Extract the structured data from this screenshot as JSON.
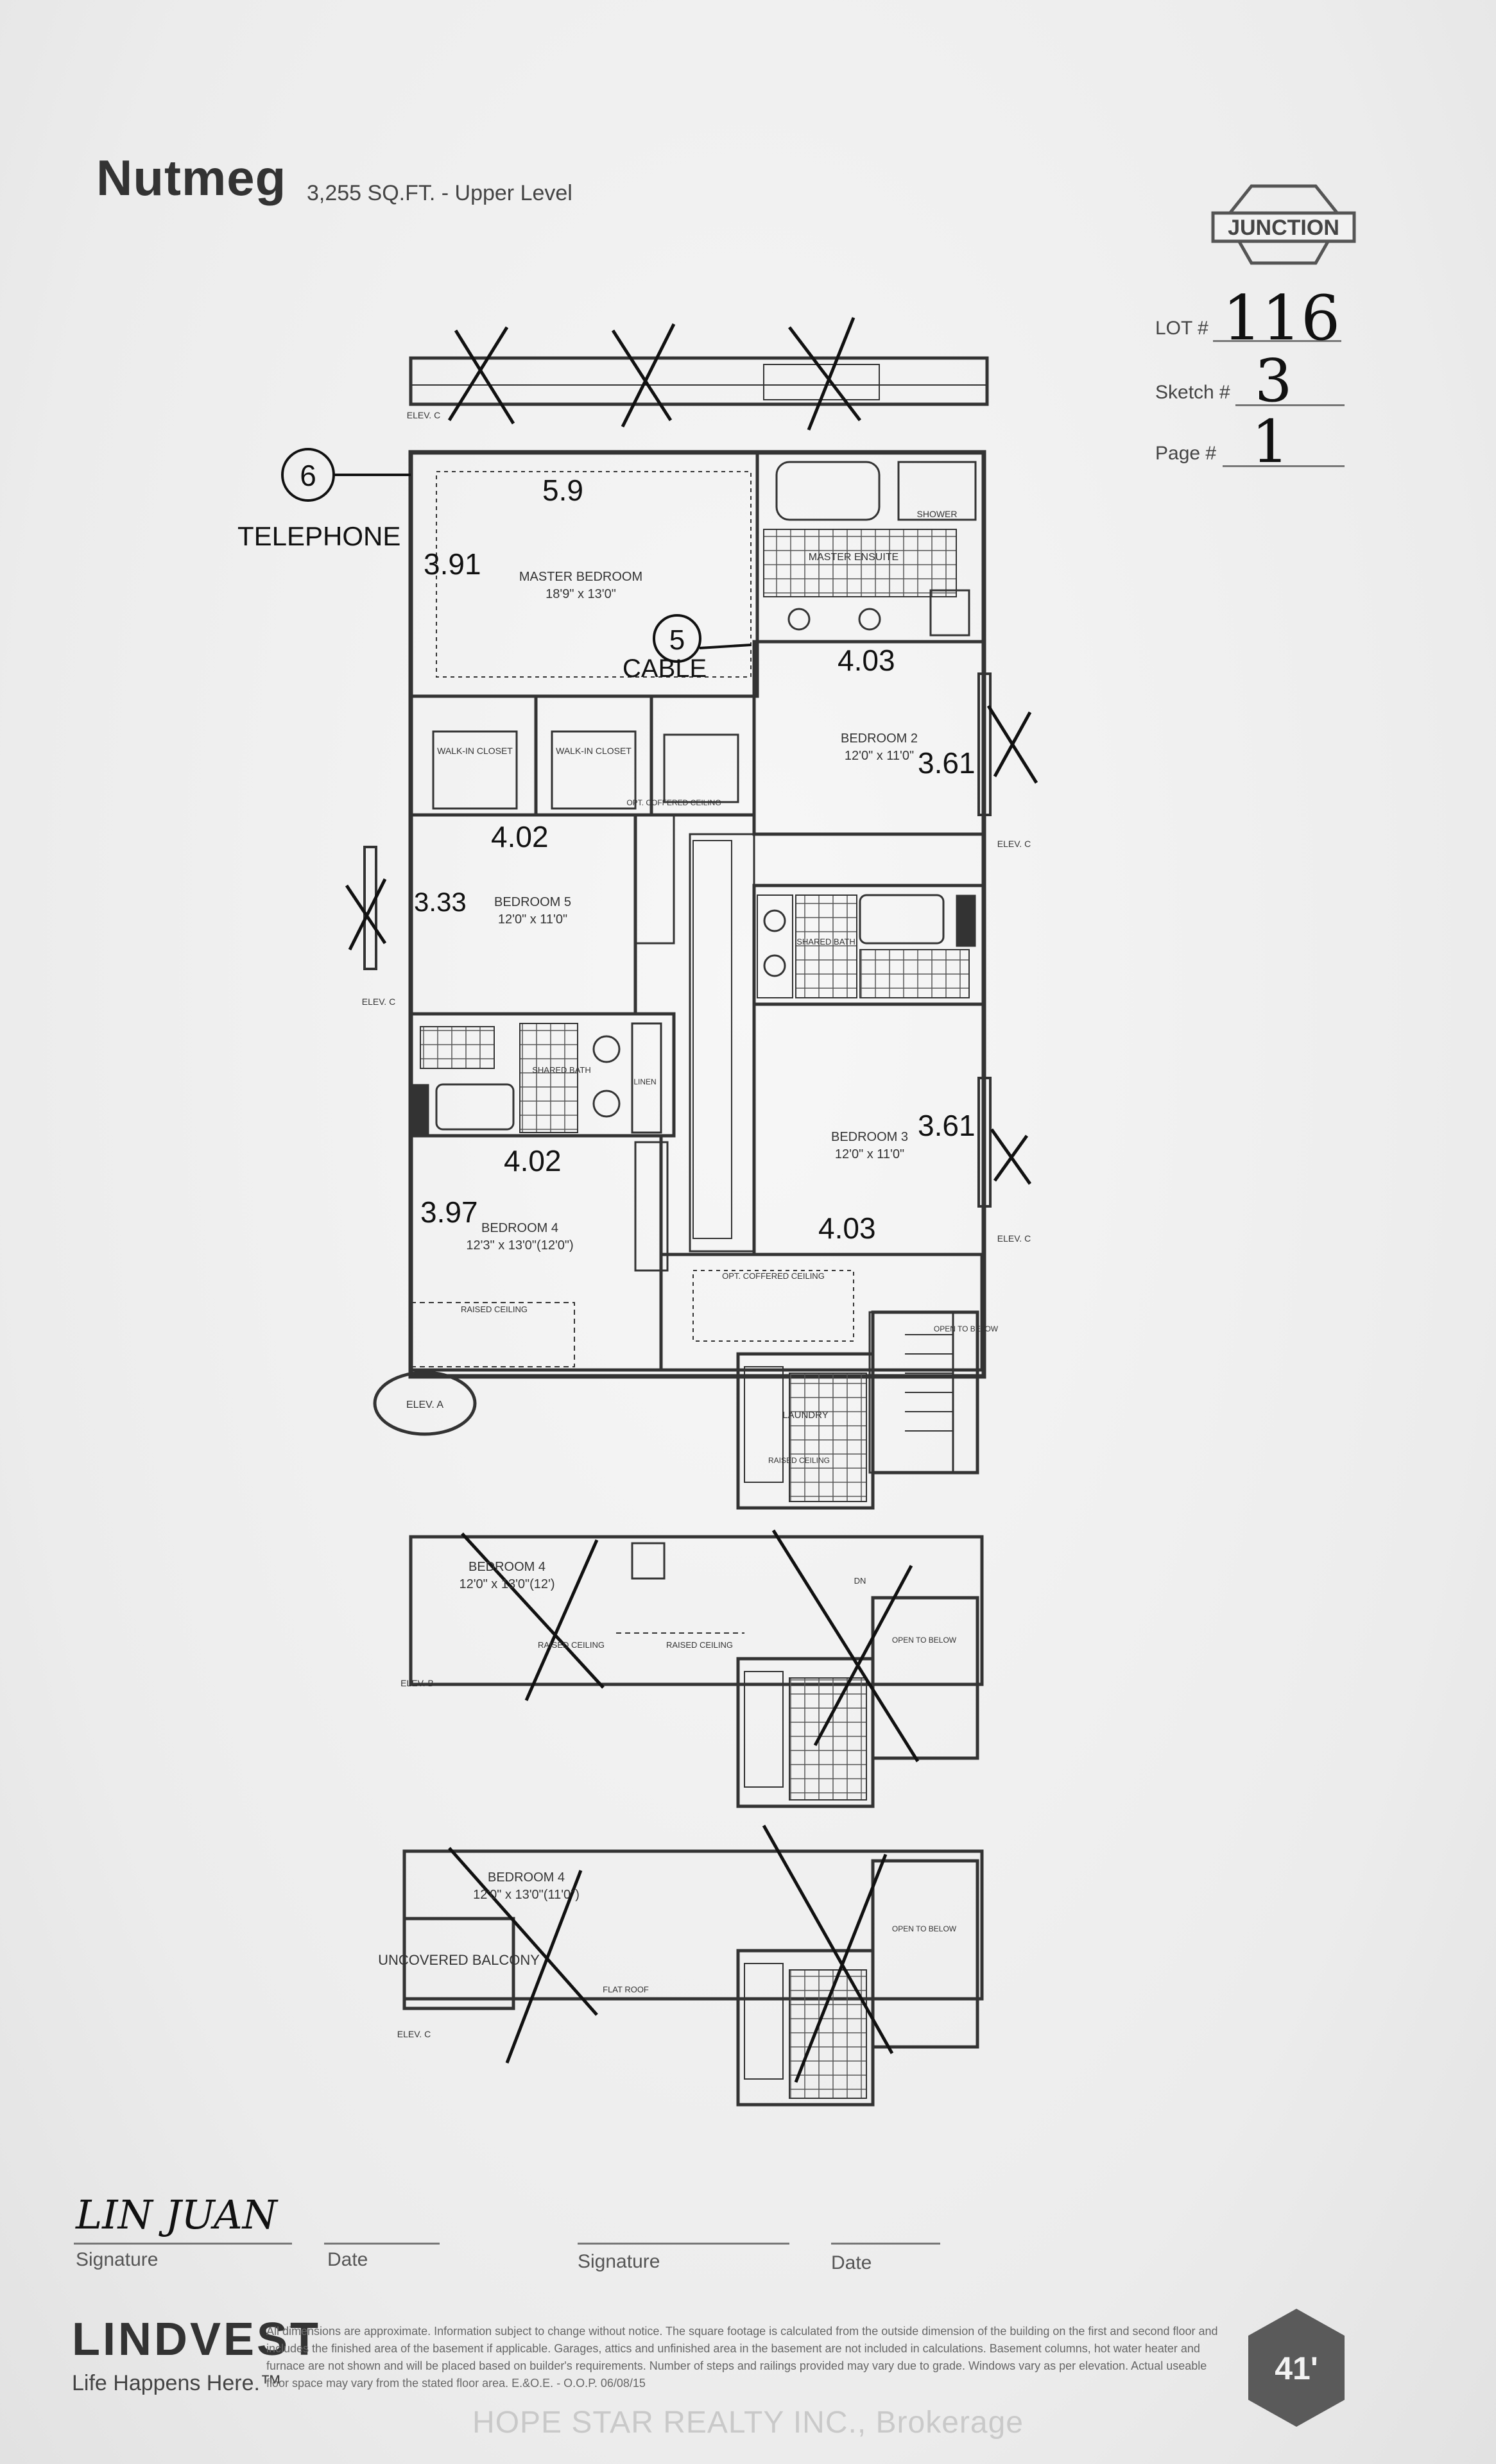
{
  "header": {
    "model_name": "Nutmeg",
    "size_level": "3,255 SQ.FT. - Upper Level",
    "logo_text": "JUNCTION"
  },
  "lot_info": {
    "lot_label": "LOT #",
    "lot_value": "116",
    "sketch_label": "Sketch #",
    "sketch_value": "3",
    "page_label": "Page #",
    "page_value": "1"
  },
  "annotations": {
    "telephone_num": "6",
    "telephone_label": "TELEPHONE",
    "cable_num": "5",
    "cable_label": "CABLE",
    "dims": [
      "5.9",
      "3.91",
      "4.03",
      "3.61",
      "4.02",
      "3.33",
      "4.02",
      "3.61",
      "3.97",
      "4.03"
    ]
  },
  "plan_labels": {
    "master_bedroom": "MASTER BEDROOM",
    "master_bedroom_size": "18'9\" x 13'0\"",
    "master_ensuite": "MASTER ENSUITE",
    "shower": "SHOWER",
    "walk_in_closet": "WALK-IN CLOSET",
    "bedroom2": "BEDROOM 2",
    "bedroom2_size": "12'0\" x 11'0\"",
    "bedroom5": "BEDROOM 5",
    "bedroom5_size": "12'0\" x 11'0\"",
    "shared_bath": "SHARED BATH",
    "linen": "LINEN",
    "bedroom3": "BEDROOM 3",
    "bedroom3_size": "12'0\" x 11'0\"",
    "bedroom4": "BEDROOM 4",
    "bedroom4_size": "12'3\" x 13'0\"(12'0\")",
    "bedroom4_alt_size": "12'0\" x 13'0\"(12')",
    "bedroom4_alt2_size": "12'0\" x 13'0\"(11'0\")",
    "laundry": "LAUNDRY",
    "raised_ceiling": "RAISED CEILING",
    "opt_coffered_ceiling": "OPT. COFFERED CEILING",
    "open_to_below": "OPEN TO BELOW",
    "uncovered_balcony": "UNCOVERED BALCONY",
    "flat_roof": "FLAT ROOF",
    "elev_a": "ELEV. A",
    "elev_b": "ELEV. B",
    "elev_c": "ELEV. C",
    "dn": "DN"
  },
  "footer": {
    "signature_value": "LIN JUAN",
    "signature_label": "Signature",
    "date_label": "Date",
    "signature2_label": "Signature",
    "date2_label": "Date",
    "brand": "LINDVEST",
    "tagline": "Life Happens Here.™",
    "badge": "41'",
    "disclaimer": "All dimensions are approximate. Information subject to change without notice. The square footage is calculated from the outside dimension of the building on the first and second floor and includes the finished area of the basement if applicable. Garages, attics and unfinished area in the basement are not included in calculations. Basement columns, hot water heater and furnace are not shown and will be placed based on builder's requirements. Number of steps and railings provided may vary due to grade. Windows vary as per elevation. Actual useable floor space may vary from the stated floor area. E.&O.E. - O.O.P. 06/08/15",
    "watermark": "HOPE STAR REALTY INC., Brokerage"
  }
}
